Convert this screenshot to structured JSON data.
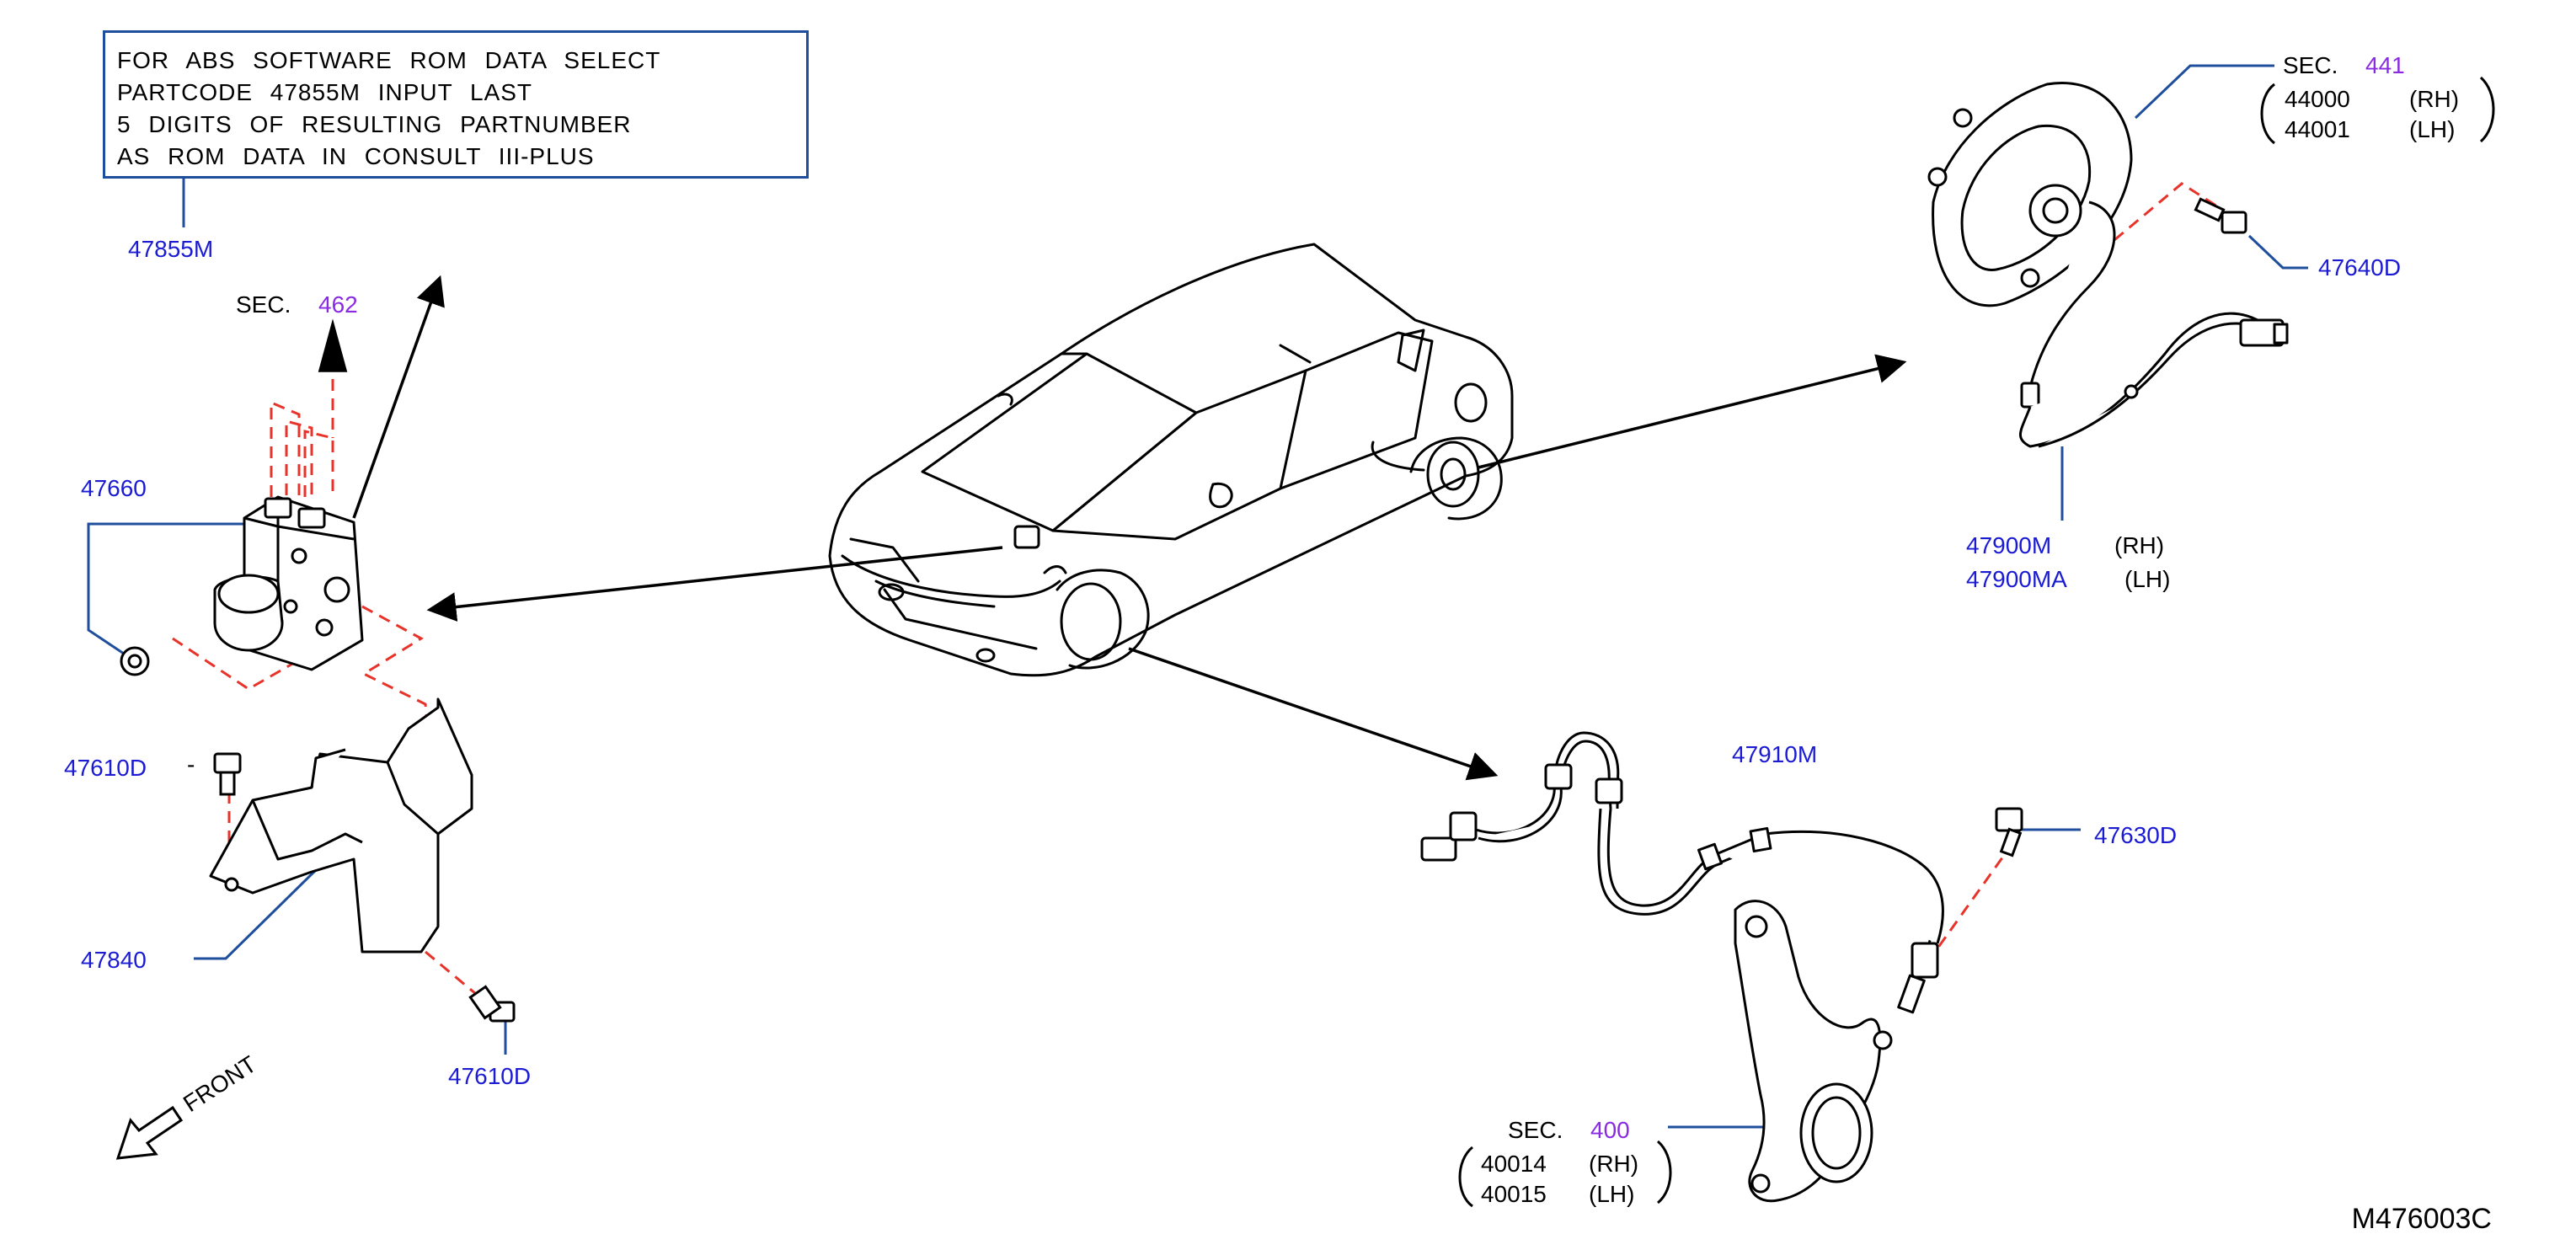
{
  "note": {
    "lines": [
      "FOR ABS SOFTWARE ROM DATA SELECT",
      "PARTCODE 47855M INPUT LAST",
      "5 DIGITS OF RESULTING PARTNUMBER",
      "AS ROM DATA IN CONSULT III-PLUS"
    ]
  },
  "parts": {
    "p47855M": "47855M",
    "p47660": "47660",
    "p47610D_top": "47610D",
    "p47840": "47840",
    "p47610D_bottom": "47610D",
    "p47640D": "47640D",
    "p47900M": "47900M",
    "p47900M_side": "(RH)",
    "p47900MA": "47900MA",
    "p47900MA_side": "(LH)",
    "p47910M": "47910M",
    "p47630D": "47630D"
  },
  "sections": {
    "sec462": {
      "prefix": "SEC.",
      "num": "462"
    },
    "sec441": {
      "prefix": "SEC.",
      "num": "441",
      "items": [
        {
          "code": "44000",
          "side": "(RH)"
        },
        {
          "code": "44001",
          "side": "(LH)"
        }
      ]
    },
    "sec400": {
      "prefix": "SEC.",
      "num": "400",
      "items": [
        {
          "code": "40014",
          "side": "(RH)"
        },
        {
          "code": "40015",
          "side": "(LH)"
        }
      ]
    }
  },
  "front_label": "FRONT",
  "diagram_code": "M476003C",
  "colors": {
    "leader": "#1f4e9c",
    "part_text": "#1b1bd4",
    "section_num": "#8a2be2",
    "dashed": "#e8332a",
    "line": "#000000"
  }
}
